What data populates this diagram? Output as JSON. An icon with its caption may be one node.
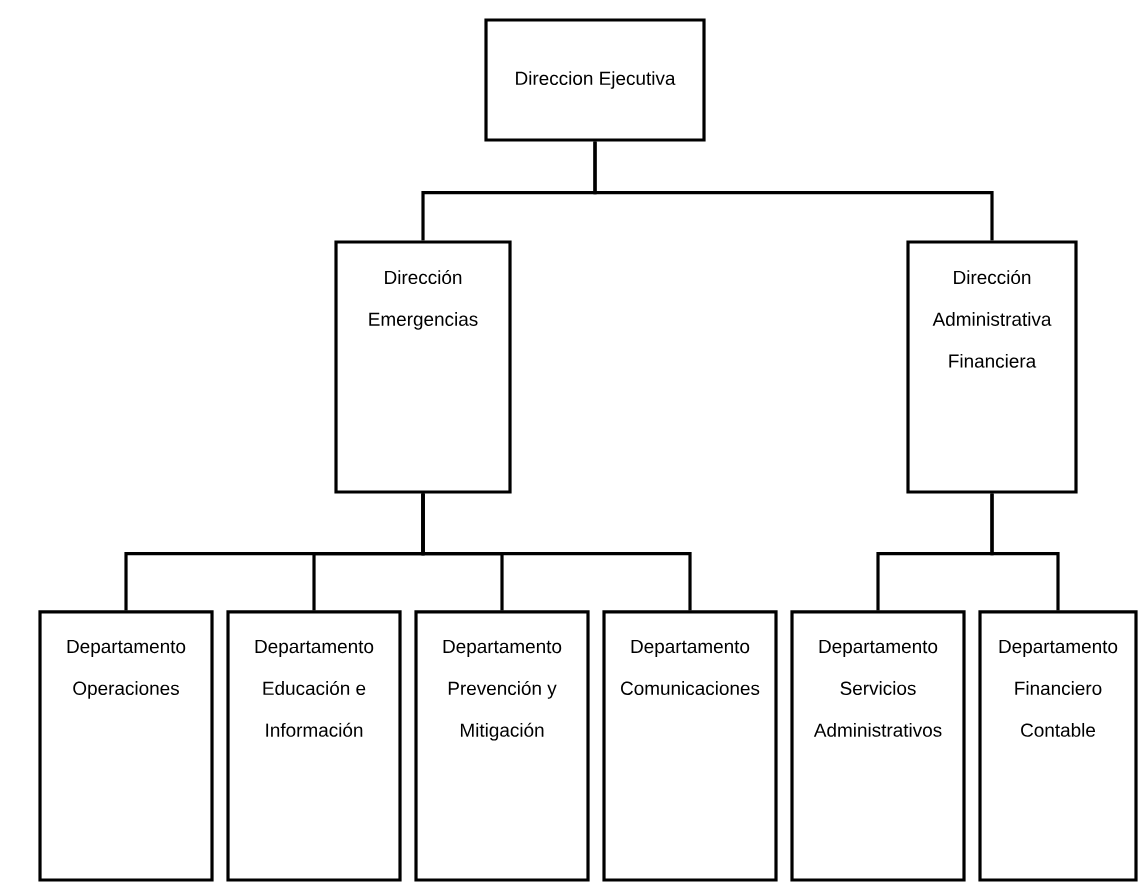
{
  "diagram": {
    "nodes": [
      {
        "text": [
          "Direccion Ejecutiva"
        ]
      },
      {
        "text": [
          "Dirección Emergencias"
        ]
      },
      {
        "text": [
          "Dirección Administrativa Financiera"
        ]
      },
      {
        "text": [
          "Departamento Operaciones"
        ]
      },
      {
        "text": [
          "Departamento Educación e Información"
        ]
      },
      {
        "text": [
          "Departamento Prevención y Mitigación"
        ]
      },
      {
        "text": [
          "Departamento Comunicaciones"
        ]
      },
      {
        "text": [
          "Departamento Servicios Administrativos"
        ]
      },
      {
        "text": [
          "Departamento Financiero Contable"
        ]
      }
    ],
    "edges": [
      {
        "from": 0,
        "to": 1,
        "arrow": "none"
      },
      {
        "from": 0,
        "to": 2,
        "arrow": "none"
      },
      {
        "from": 1,
        "to": 3,
        "arrow": "none"
      },
      {
        "from": 1,
        "to": 4,
        "arrow": "none"
      },
      {
        "from": 1,
        "to": 5,
        "arrow": "none"
      },
      {
        "from": 1,
        "to": 6,
        "arrow": "none"
      },
      {
        "from": 2,
        "to": 7,
        "arrow": "none"
      },
      {
        "from": 2,
        "to": 8,
        "arrow": "none"
      }
    ]
  }
}
